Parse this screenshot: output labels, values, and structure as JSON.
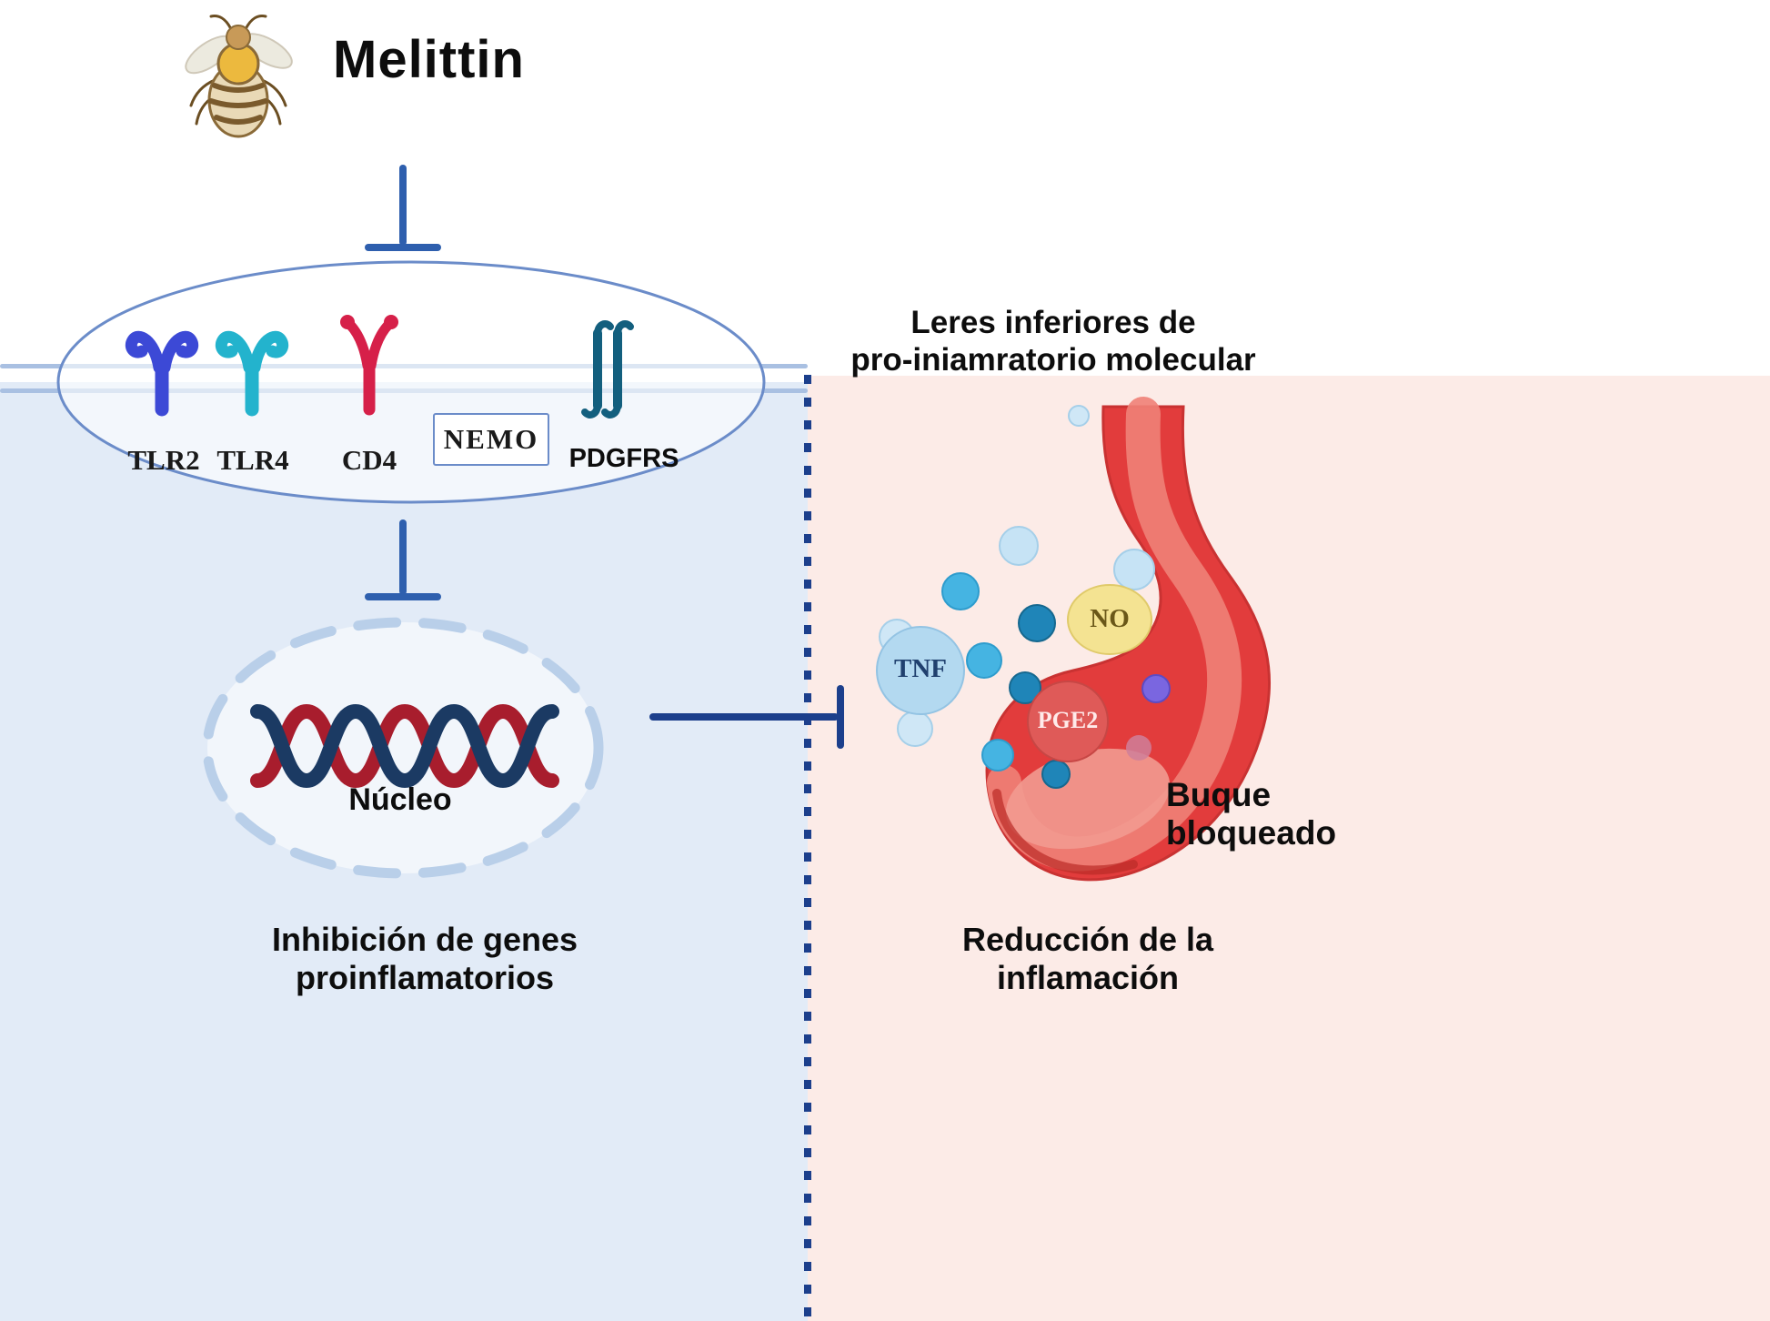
{
  "title": "Melittin",
  "colors": {
    "bg_left": "#e2ebf7",
    "bg_right": "#fcebe7",
    "arrow": "#2e5fae",
    "divider": "#1c3f8c",
    "membrane": "#a9c0e2",
    "cell_outline": "#6b8cc9",
    "nucleus_dash": "#b9cfe9",
    "dna_red": "#a81d2d",
    "dna_navy": "#1b3a63",
    "vessel_red": "#e23c3c",
    "tlr2": "#3c49d6",
    "tlr4": "#23b3cd",
    "cd4": "#d62049",
    "pdgfrs": "#135f7e",
    "tnf_circle": "#b3d9f0",
    "no_circle": "#f4e392",
    "pge2_circle": "#df5a58"
  },
  "cell": {
    "receptors": [
      {
        "id": "tlr2",
        "label": "TLR2"
      },
      {
        "id": "tlr4",
        "label": "TLR4"
      },
      {
        "id": "cd4",
        "label": "CD4"
      },
      {
        "id": "nemo",
        "label": "NEMO"
      },
      {
        "id": "pdgfrs",
        "label": "PDGFRS"
      }
    ]
  },
  "nucleus": {
    "label": "Núcleo"
  },
  "left_caption": "Inhibición de genes\nproinflamatorios",
  "right": {
    "heading": "Leres inferiores de\npro-iniamratorio molecular",
    "vessel_label": "Buque bloqueado",
    "caption": "Reducción de la\ninflamación",
    "cytokines": [
      {
        "id": "tnf",
        "label": "TNF"
      },
      {
        "id": "no",
        "label": "NO"
      },
      {
        "id": "pge2",
        "label": "PGE2"
      }
    ]
  }
}
